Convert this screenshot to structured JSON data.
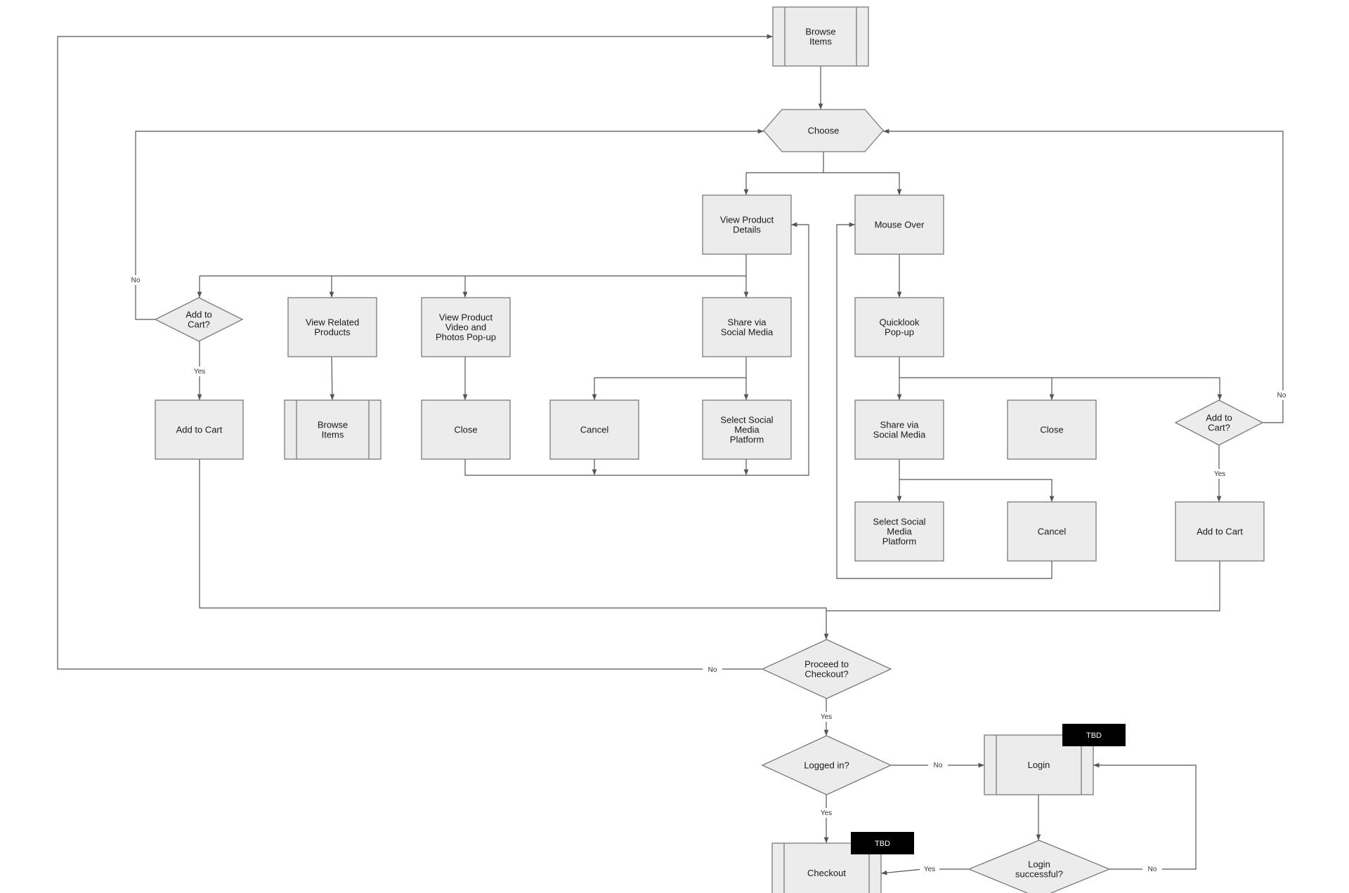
{
  "nodes": [
    {
      "id": "browse_top",
      "shape": "subprocess",
      "label": [
        "Browse",
        "Items"
      ]
    },
    {
      "id": "choose",
      "shape": "hexagon",
      "label": [
        "Choose"
      ]
    },
    {
      "id": "view_details",
      "shape": "rect",
      "label": [
        "View Product",
        "Details"
      ]
    },
    {
      "id": "mouse_over",
      "shape": "rect",
      "label": [
        "Mouse Over"
      ]
    },
    {
      "id": "add_cart_q_left",
      "shape": "diamond",
      "label": [
        "Add to",
        "Cart?"
      ]
    },
    {
      "id": "view_related",
      "shape": "rect",
      "label": [
        "View Related",
        "Products"
      ]
    },
    {
      "id": "view_video",
      "shape": "rect",
      "label": [
        "View Product",
        "Video and",
        "Photos Pop-up"
      ]
    },
    {
      "id": "share_left",
      "shape": "rect",
      "label": [
        "Share via",
        "Social Media"
      ]
    },
    {
      "id": "quicklook",
      "shape": "rect",
      "label": [
        "Quicklook",
        "Pop-up"
      ]
    },
    {
      "id": "add_cart_left",
      "shape": "rect",
      "label": [
        "Add to Cart"
      ]
    },
    {
      "id": "browse_mid",
      "shape": "subprocess",
      "label": [
        "Browse",
        "Items"
      ]
    },
    {
      "id": "close_left",
      "shape": "rect",
      "label": [
        "Close"
      ]
    },
    {
      "id": "cancel_left",
      "shape": "rect",
      "label": [
        "Cancel"
      ]
    },
    {
      "id": "select_platform_left",
      "shape": "rect",
      "label": [
        "Select Social",
        "Media",
        "Platform"
      ]
    },
    {
      "id": "share_right",
      "shape": "rect",
      "label": [
        "Share via",
        "Social Media"
      ]
    },
    {
      "id": "close_right",
      "shape": "rect",
      "label": [
        "Close"
      ]
    },
    {
      "id": "add_cart_q_right",
      "shape": "diamond",
      "label": [
        "Add to",
        "Cart?"
      ]
    },
    {
      "id": "select_platform_right",
      "shape": "rect",
      "label": [
        "Select Social",
        "Media",
        "Platform"
      ]
    },
    {
      "id": "cancel_right",
      "shape": "rect",
      "label": [
        "Cancel"
      ]
    },
    {
      "id": "add_cart_right",
      "shape": "rect",
      "label": [
        "Add to Cart"
      ]
    },
    {
      "id": "proceed_checkout",
      "shape": "diamond",
      "label": [
        "Proceed to",
        "Checkout?"
      ]
    },
    {
      "id": "logged_in",
      "shape": "diamond",
      "label": [
        "Logged in?"
      ]
    },
    {
      "id": "login",
      "shape": "subprocess",
      "label": [
        "Login"
      ]
    },
    {
      "id": "login_success",
      "shape": "diamond",
      "label": [
        "Login",
        "successful?"
      ]
    },
    {
      "id": "checkout",
      "shape": "subprocess",
      "label": [
        "Checkout"
      ]
    }
  ],
  "edge_labels": [
    {
      "id": "no_left",
      "text": "No"
    },
    {
      "id": "yes_left",
      "text": "Yes"
    },
    {
      "id": "no_right",
      "text": "No"
    },
    {
      "id": "yes_right",
      "text": "Yes"
    },
    {
      "id": "no_checkout",
      "text": "No"
    },
    {
      "id": "yes_checkout",
      "text": "Yes"
    },
    {
      "id": "no_logged",
      "text": "No"
    },
    {
      "id": "yes_logged",
      "text": "Yes"
    },
    {
      "id": "yes_login",
      "text": "Yes"
    },
    {
      "id": "no_login",
      "text": "No"
    }
  ],
  "tags": [
    {
      "id": "tag_login",
      "text": "TBD"
    },
    {
      "id": "tag_checkout",
      "text": "TBD"
    }
  ]
}
